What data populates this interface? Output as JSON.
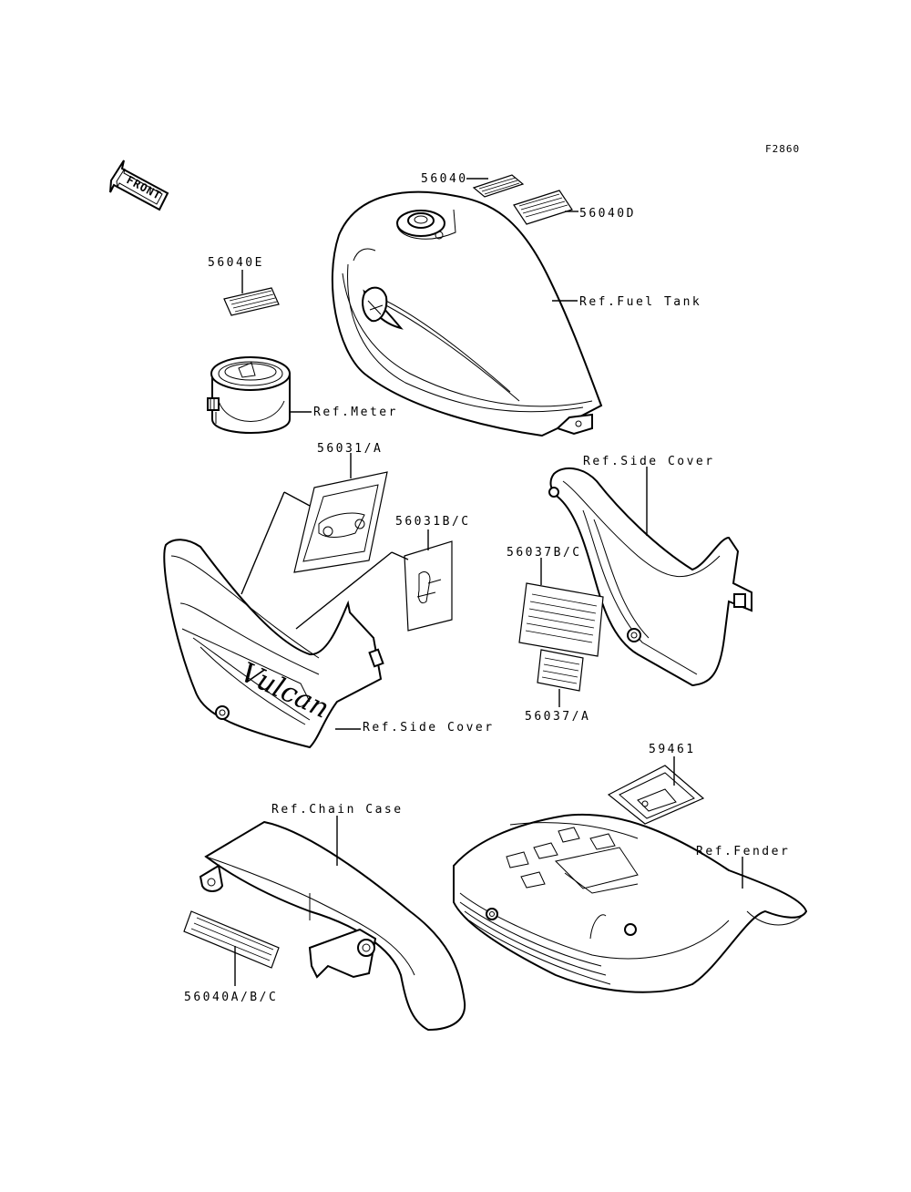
{
  "figure_code": "F2860",
  "front_label": "FRONT",
  "callouts": {
    "c56040": "56040",
    "c56040d": "56040D",
    "fuel_tank": "Ref.Fuel Tank",
    "c56040e": "56040E",
    "meter": "Ref.Meter",
    "c56031a": "56031/A",
    "c56031bc": "56031B/C",
    "side_cover_right": "Ref.Side Cover",
    "c56037bc": "56037B/C",
    "c56037a": "56037/A",
    "side_cover_left": "Ref.Side Cover",
    "c59461": "59461",
    "chain_case": "Ref.Chain Case",
    "fender": "Ref.Fender",
    "c56040abc": "56040A/B/C"
  },
  "emblem_text": "Vulcan"
}
